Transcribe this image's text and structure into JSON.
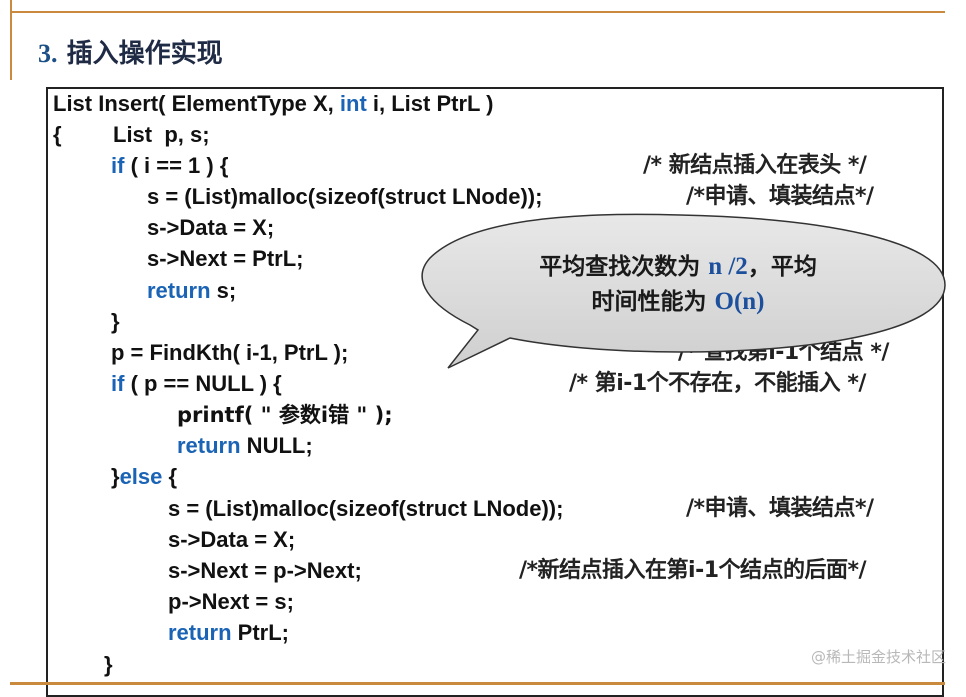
{
  "slide": {
    "number": "3.",
    "title": "插入操作实现"
  },
  "code": {
    "l1_a": "List Insert( ElementType X, ",
    "l1_kw": "int",
    "l1_b": " i, List PtrL )",
    "l2_brace": "{",
    "l2_text": "List  p, s;",
    "l3_kw": "if",
    "l3_text": " ( i == 1 ) {",
    "l4": "s = (List)malloc(sizeof(struct LNode));",
    "l5": "s->Data = X;",
    "l6": "s->Next = PtrL;",
    "l7_kw": "return",
    "l7_text": " s;",
    "l8": "}",
    "l9": "p = FindKth( i-1, PtrL );",
    "l10_kw": "if",
    "l10_text": " ( p == NULL ) {",
    "l11": "printf( \" 参数i错 \" );",
    "l12_kw": "return",
    "l12_text": " NULL;",
    "l13_brace": "}",
    "l13_kw": "else",
    "l13_text": " {",
    "l14": "s = (List)malloc(sizeof(struct LNode));",
    "l15": "s->Data = X;",
    "l16": "s->Next = p->Next;",
    "l17": "p->Next = s;",
    "l18_kw": "return",
    "l18_text": " PtrL;",
    "l19": "}"
  },
  "comments": {
    "c1": "/* 新结点插入在表头 */",
    "c2": "/*申请、填装结点*/",
    "c3": "/* 查找第i-1个结点 */",
    "c4": "/* 第i-1个不存在，不能插入 */",
    "c5": "/*申请、填装结点*/",
    "c6": "/*新结点插入在第i-1个结点的后面*/"
  },
  "callout": {
    "line1_a": "平均查找次数为 ",
    "line1_math": "n /2",
    "line1_b": "，平均",
    "line2_a": "时间性能为 ",
    "line2_math": "O(n)"
  },
  "watermark": "@稀土掘金技术社区",
  "colors": {
    "keyword": "#1a63b5",
    "accent_line": "#c98a3d",
    "bubble_fill": "#d9d9d9"
  }
}
